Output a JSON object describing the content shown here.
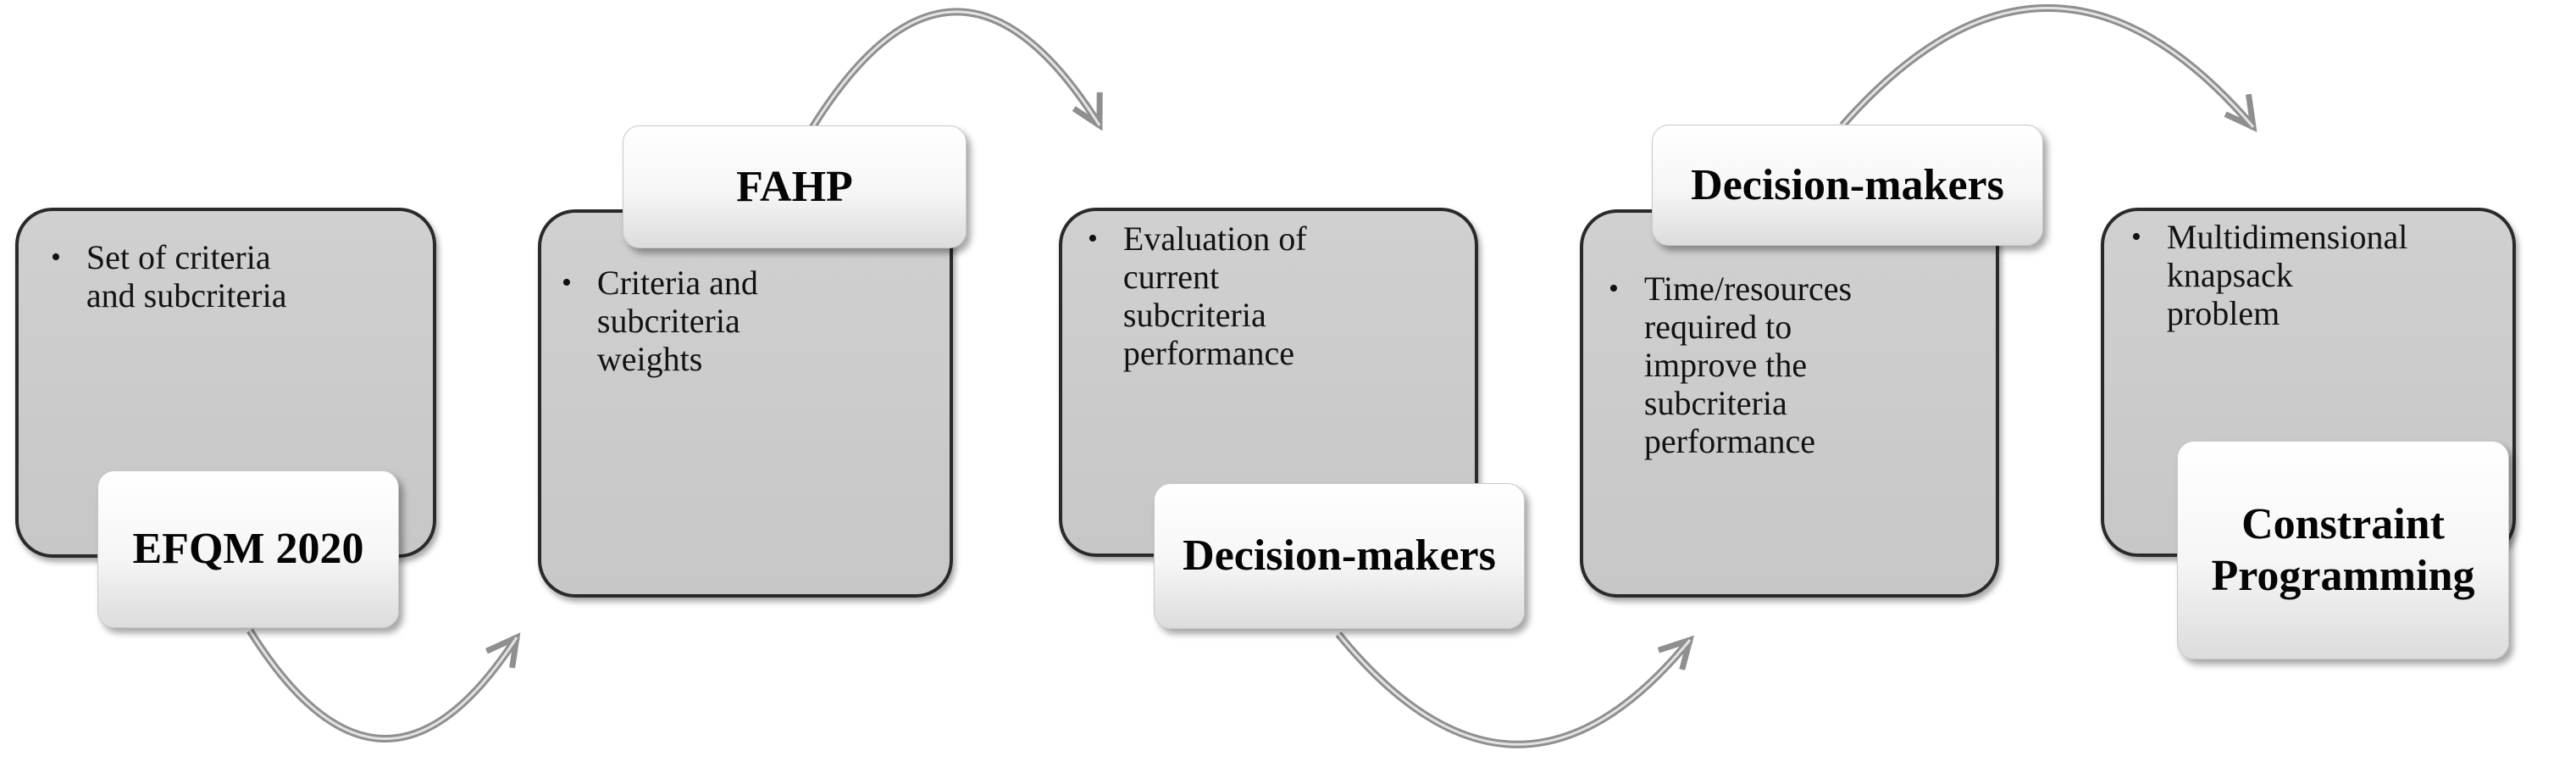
{
  "figure": {
    "type": "process-flow-diagram",
    "background": "#ffffff",
    "box_fill": "#c9c9c9",
    "box_border": "#2a2a2a",
    "label_fill": "#ffffff",
    "arrow_color": "#8f8f8f",
    "text_color": "#121212"
  },
  "bullet_glyph": "•",
  "steps": [
    {
      "text": "Set of criteria\nand subcriteria",
      "label": "EFQM 2020",
      "label_position": "bottom"
    },
    {
      "text": "Criteria and\nsubcriteria\nweights",
      "label": "FAHP",
      "label_position": "top"
    },
    {
      "text": "Evaluation of\ncurrent\nsubcriteria\nperformance",
      "label": "Decision-makers",
      "label_position": "bottom"
    },
    {
      "text": "Time/resources\nrequired to\nimprove the\nsubcriteria\nperformance",
      "label": "Decision-makers",
      "label_position": "top"
    },
    {
      "text": "Multidimensional\nknapsack\nproblem",
      "label": "Constraint\nProgramming",
      "label_position": "bottom"
    }
  ]
}
